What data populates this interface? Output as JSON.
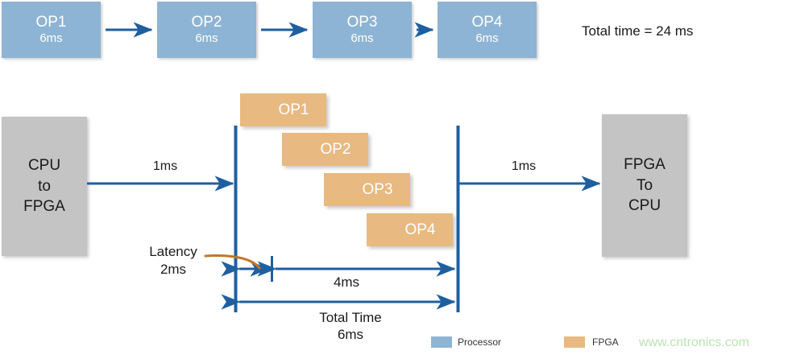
{
  "serial_flow": {
    "boxes": [
      {
        "name": "OP1",
        "time": "6ms"
      },
      {
        "name": "OP2",
        "time": "6ms"
      },
      {
        "name": "OP3",
        "time": "6ms"
      },
      {
        "name": "OP4",
        "time": "6ms"
      }
    ],
    "total_time": "Total time = 24 ms"
  },
  "pipeline": {
    "source_box": "CPU\nto\nFPGA",
    "source_line1": "CPU",
    "source_line2": "to",
    "source_line3": "FPGA",
    "dest_line1": "FPGA",
    "dest_line2": "To",
    "dest_line3": "CPU",
    "transfer_in": "1ms",
    "transfer_out": "1ms",
    "ops": [
      {
        "name": "OP1"
      },
      {
        "name": "OP2"
      },
      {
        "name": "OP3"
      },
      {
        "name": "OP4"
      }
    ],
    "latency_line1": "Latency",
    "latency_line2": "2ms",
    "span_4ms": "4ms",
    "total_line1": "Total Time",
    "total_line2": "6ms"
  },
  "legend": {
    "items": [
      {
        "label": "Processor",
        "color": "#8DB4D4"
      },
      {
        "label": "FPGA",
        "color": "#E8B980"
      }
    ]
  },
  "watermark": "www.cntronics.com",
  "colors": {
    "processor_blue": "#8DB4D4",
    "fpga_orange": "#E8B980",
    "endpoint_grey": "#C4C4C4",
    "arrow_blue": "#1F5FA0",
    "latency_curve": "#C07828",
    "watermark_green": "#BBE3B4"
  }
}
